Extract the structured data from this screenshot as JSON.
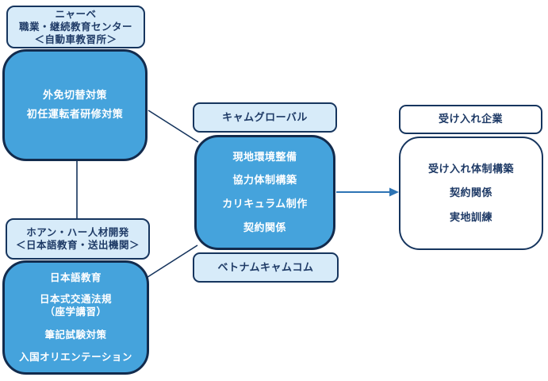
{
  "colors": {
    "light_fill": "#d7ebf9",
    "dark_fill": "#45a3dc",
    "border_navy": "#16355e",
    "text_navy": "#1e3a66",
    "text_white": "#ffffff",
    "arrow_blue": "#2d74b4"
  },
  "boxes": {
    "nyave_center": {
      "line1": "ニャーベ",
      "line2": "職業・継続教育センター",
      "line3": "＜自動車教習所＞"
    },
    "driving_measures": {
      "line1": "外免切替対策",
      "line2": "初任運転者研修対策"
    },
    "hoang_ha": {
      "line1": "ホアン・ハー人材開発",
      "line2": "＜日本語教育・送出機関＞"
    },
    "japanese_training": {
      "line1": "日本語教育",
      "line2": "日本式交通法規",
      "line3": "（座学講習）",
      "line4": "筆記試験対策",
      "line5": "入国オリエンテーション"
    },
    "cam_global": {
      "label": "キャムグローバル"
    },
    "local_setup": {
      "line1": "現地環境整備",
      "line2": "協力体制構築",
      "line3": "カリキュラム制作",
      "line4": "契約関係"
    },
    "vietnam_camcom": {
      "label": "ベトナムキャムコム"
    },
    "host_company": {
      "label": "受け入れ企業"
    },
    "host_activities": {
      "line1": "受け入れ体制構築",
      "line2": "契約関係",
      "line3": "実地訓練"
    }
  }
}
